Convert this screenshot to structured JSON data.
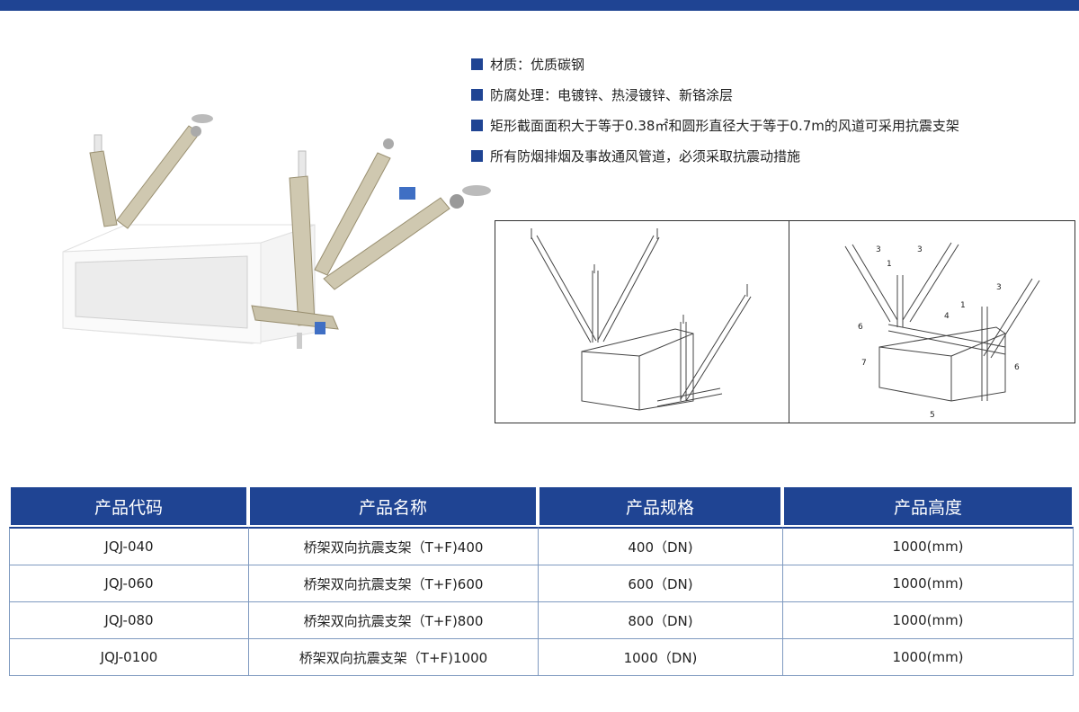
{
  "features": [
    "材质：优质碳钢",
    "防腐处理：电镀锌、热浸镀锌、新铬涂层",
    "矩形截面面积大于等于0.38㎡和圆形直径大于等于0.7m的风道可采用抗震支架",
    "所有防烟排烟及事故通风管道，必须采取抗震动措施"
  ],
  "diagram_labels": [
    "3",
    "3",
    "1",
    "4",
    "1",
    "3",
    "6",
    "7",
    "6",
    "5"
  ],
  "table": {
    "headers": [
      "产品代码",
      "产品名称",
      "产品规格",
      "产品高度"
    ],
    "rows": [
      [
        "JQJ-040",
        "桥架双向抗震支架（T+F)400",
        "400（DN)",
        "1000(mm)"
      ],
      [
        "JQJ-060",
        "桥架双向抗震支架（T+F)600",
        "600（DN)",
        "1000(mm)"
      ],
      [
        "JQJ-080",
        "桥架双向抗震支架（T+F)800",
        "800（DN)",
        "1000(mm)"
      ],
      [
        "JQJ-0100",
        "桥架双向抗震支架（T+F)1000",
        "1000（DN)",
        "1000(mm)"
      ]
    ]
  },
  "colors": {
    "brand": "#1f4493",
    "table_border": "#7f9ac0"
  }
}
